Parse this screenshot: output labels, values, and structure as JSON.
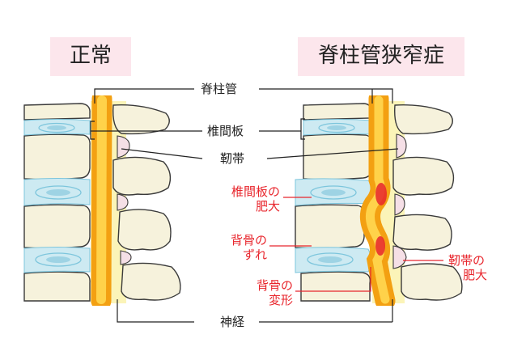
{
  "titles": {
    "normal": "正常",
    "stenosis": "脊柱管狭窄症"
  },
  "labels": {
    "spinal_canal": "脊柱管",
    "disc": "椎間板",
    "ligament": "靭帯",
    "nerve": "神経"
  },
  "annotations": {
    "disc_bulge": [
      "椎間板の",
      "肥大"
    ],
    "slip": [
      "背骨の",
      "ずれ"
    ],
    "deform": [
      "背骨の",
      "変形"
    ],
    "lig_thick": [
      "靭帯の",
      "肥大"
    ]
  },
  "colors": {
    "bone_fill": "#f6f2dc",
    "bone_stroke": "#3a3a3a",
    "disc_fill": "#cdeaf2",
    "disc_ring": "#7cc5dc",
    "nerve_outer": "#f3a012",
    "nerve_inner": "#ffd24a",
    "ligament_fill": "#f5dfe6",
    "canal_fill": "#fbf4b8",
    "title_bg": "#fce6ec",
    "annotation_red": "#e8262d",
    "leader": "#222222"
  }
}
